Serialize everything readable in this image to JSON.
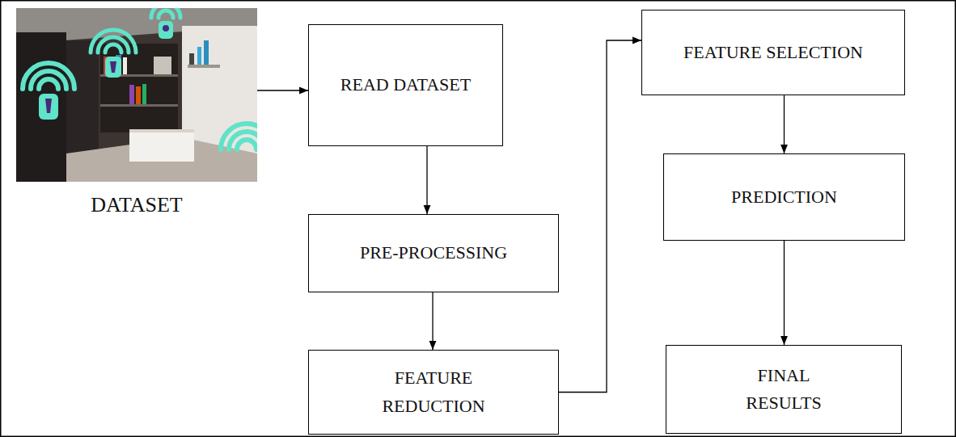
{
  "diagram": {
    "nodes": [
      {
        "text": [
          "DATASET"
        ]
      },
      {
        "text": [
          "READ DATASET"
        ]
      },
      {
        "text": [
          "PRE-PROCESSING"
        ]
      },
      {
        "text": [
          "FEATURE REDUCTION"
        ]
      },
      {
        "text": [
          "FEATURE SELECTION"
        ]
      },
      {
        "text": [
          "PREDICTION"
        ]
      },
      {
        "text": [
          "FINAL RESULTS"
        ]
      }
    ],
    "edges": [
      {
        "from": 0,
        "to": 1,
        "arrow": "to"
      },
      {
        "from": 1,
        "to": 2,
        "arrow": "to"
      },
      {
        "from": 2,
        "to": 3,
        "arrow": "to"
      },
      {
        "from": 3,
        "to": 4,
        "arrow": "to"
      },
      {
        "from": 4,
        "to": 5,
        "arrow": "to"
      },
      {
        "from": 5,
        "to": 6,
        "arrow": "to"
      }
    ]
  }
}
